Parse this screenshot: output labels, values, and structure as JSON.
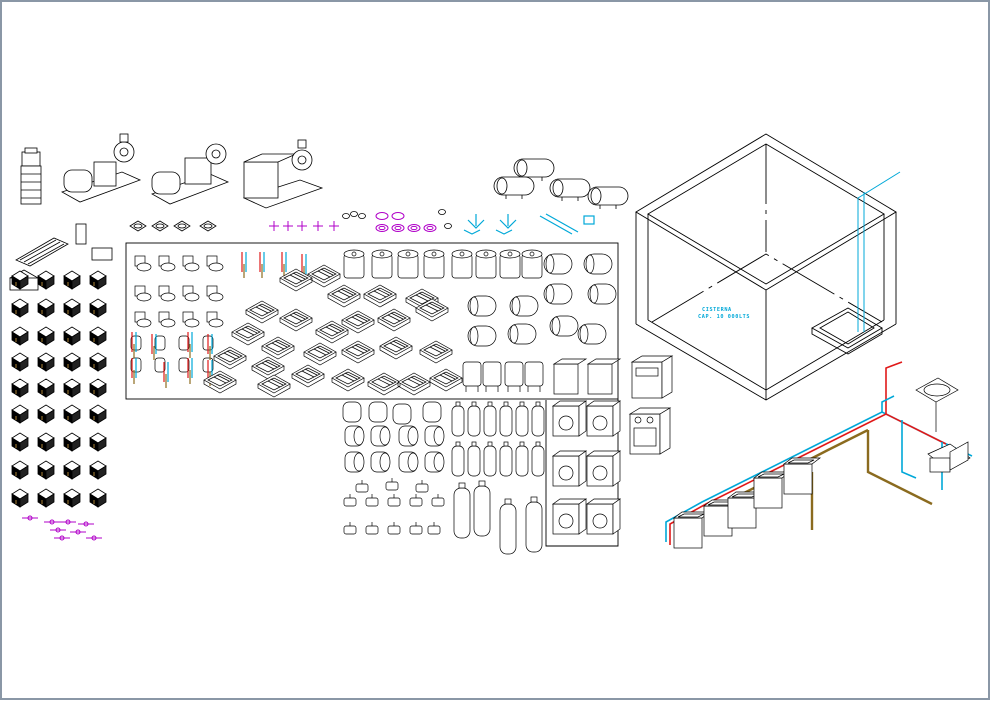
{
  "drawing": {
    "title": "",
    "tank_label": {
      "line1": "CISTERNA",
      "line2": "CAP. 10 000LTS"
    }
  },
  "colors": {
    "frame": "#8a97a6",
    "line": "#000000",
    "cold_water": "#00a8d8",
    "hot_water": "#e01919",
    "drain": "#8b6b1f",
    "fitting": "#b000c8"
  },
  "groups": {
    "pumps": {
      "count": 4
    },
    "fixtures_grid": {
      "rows": 9,
      "cols": 4
    },
    "sinks_panel": {
      "rows": 5
    },
    "heaters": {
      "rows": 2
    },
    "cylinders": {
      "rows": 3
    },
    "washers": {
      "rows": 3
    },
    "hydropneumatic_tanks": {
      "count": 4
    },
    "installation_isometric": {
      "fixtures": 6
    }
  }
}
